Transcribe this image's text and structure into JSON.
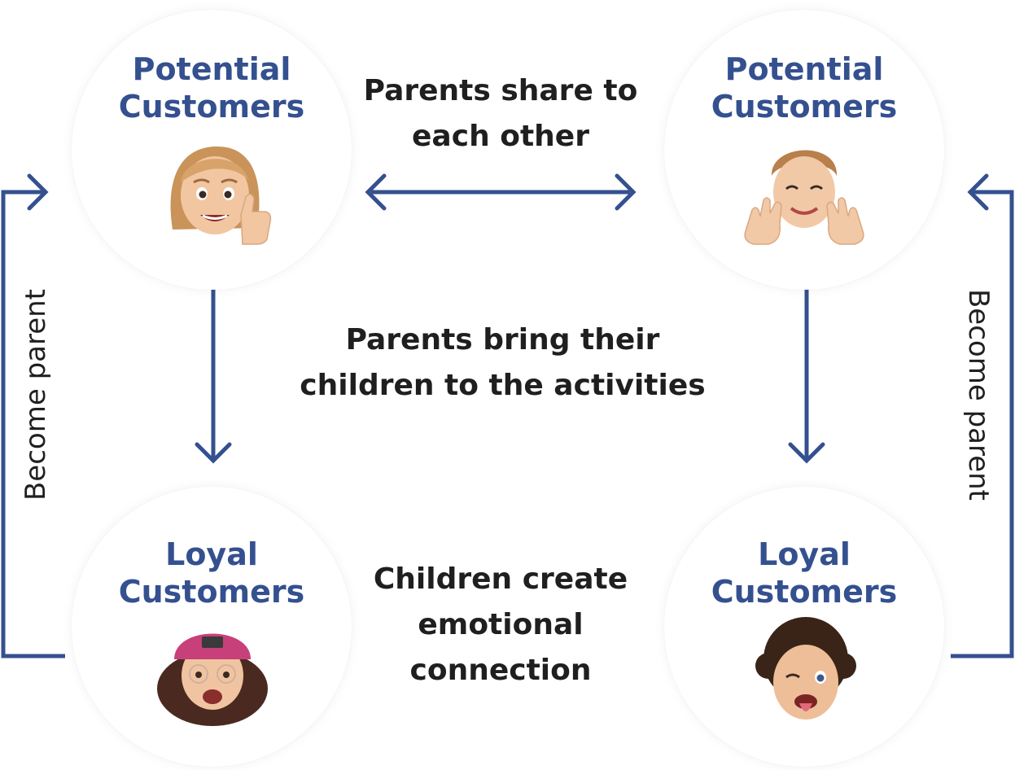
{
  "nodes": {
    "top_left": {
      "title_line1": "Potential",
      "title_line2": "Customers"
    },
    "top_right": {
      "title_line1": "Potential",
      "title_line2": "Customers"
    },
    "bottom_left": {
      "title_line1": "Loyal",
      "title_line2": "Customers"
    },
    "bottom_right": {
      "title_line1": "Loyal",
      "title_line2": "Customers"
    }
  },
  "labels": {
    "share": {
      "line1": "Parents share to",
      "line2": "each other"
    },
    "bring": {
      "line1": "Parents bring their",
      "line2": "children to the activities"
    },
    "connect": {
      "line1": "Children create",
      "line2": "emotional",
      "line3": "connection"
    },
    "become_parent_left": "Become parent",
    "become_parent_right": "Become parent"
  },
  "colors": {
    "accent": "#34508f",
    "text": "#1f1f1f"
  },
  "icons": {
    "top_left": "woman-thumbs-up-avatar",
    "top_right": "smiling-waving-avatar",
    "bottom_left": "girl-pink-cap-avatar",
    "bottom_right": "curly-boy-winking-avatar"
  }
}
